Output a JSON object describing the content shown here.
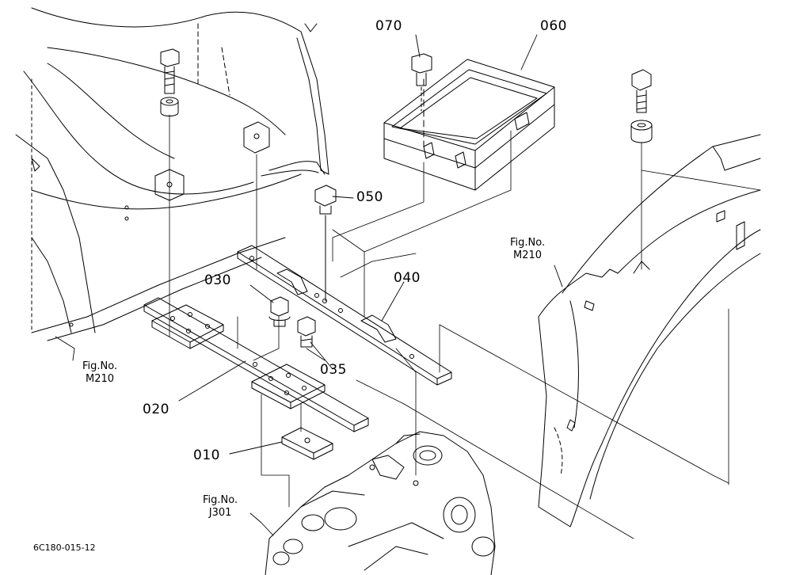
{
  "diagram": {
    "part_numbers": {
      "p010": "010",
      "p020": "020",
      "p030": "030",
      "p035": "035",
      "p040": "040",
      "p050": "050",
      "p060": "060",
      "p070": "070"
    },
    "references": {
      "left": {
        "title": "Fig.No.",
        "code": "M210"
      },
      "right": {
        "title": "Fig.No.",
        "code": "M210"
      },
      "bottom": {
        "title": "Fig.No.",
        "code": "J301"
      }
    },
    "drawing_code": "6C180-015-12"
  }
}
